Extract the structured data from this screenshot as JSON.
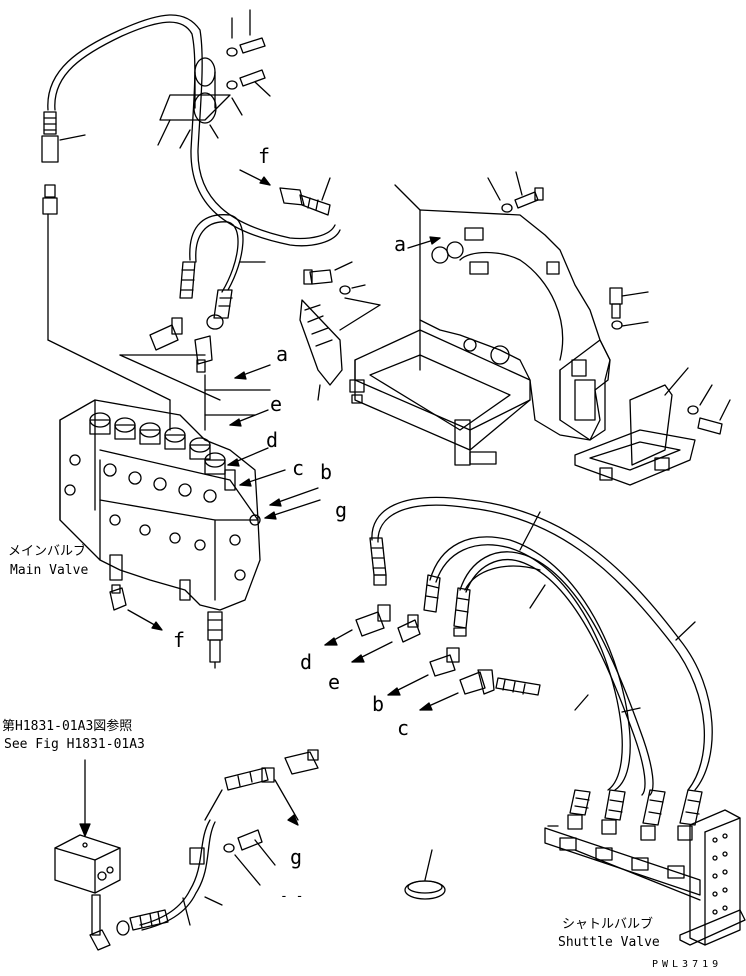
{
  "labels": {
    "a_top": "a",
    "a_main": "a",
    "b_main": "b",
    "b_conn": "b",
    "c_main": "c",
    "c_conn": "c",
    "d_main": "d",
    "d_conn": "d",
    "e_main": "e",
    "e_conn": "e",
    "f_top": "f",
    "f_main": "f",
    "g_main": "g",
    "g_bottom": "g"
  },
  "main_valve": {
    "jp": "メインバルブ",
    "en": "Main Valve"
  },
  "shuttle_valve": {
    "jp": "シャトルバルブ",
    "en": "Shuttle Valve"
  },
  "see_fig": {
    "jp": "第H1831-01A3図参照",
    "en": "See Fig H1831-01A3"
  },
  "dash": "- -",
  "drawing_code": "PWL3719"
}
